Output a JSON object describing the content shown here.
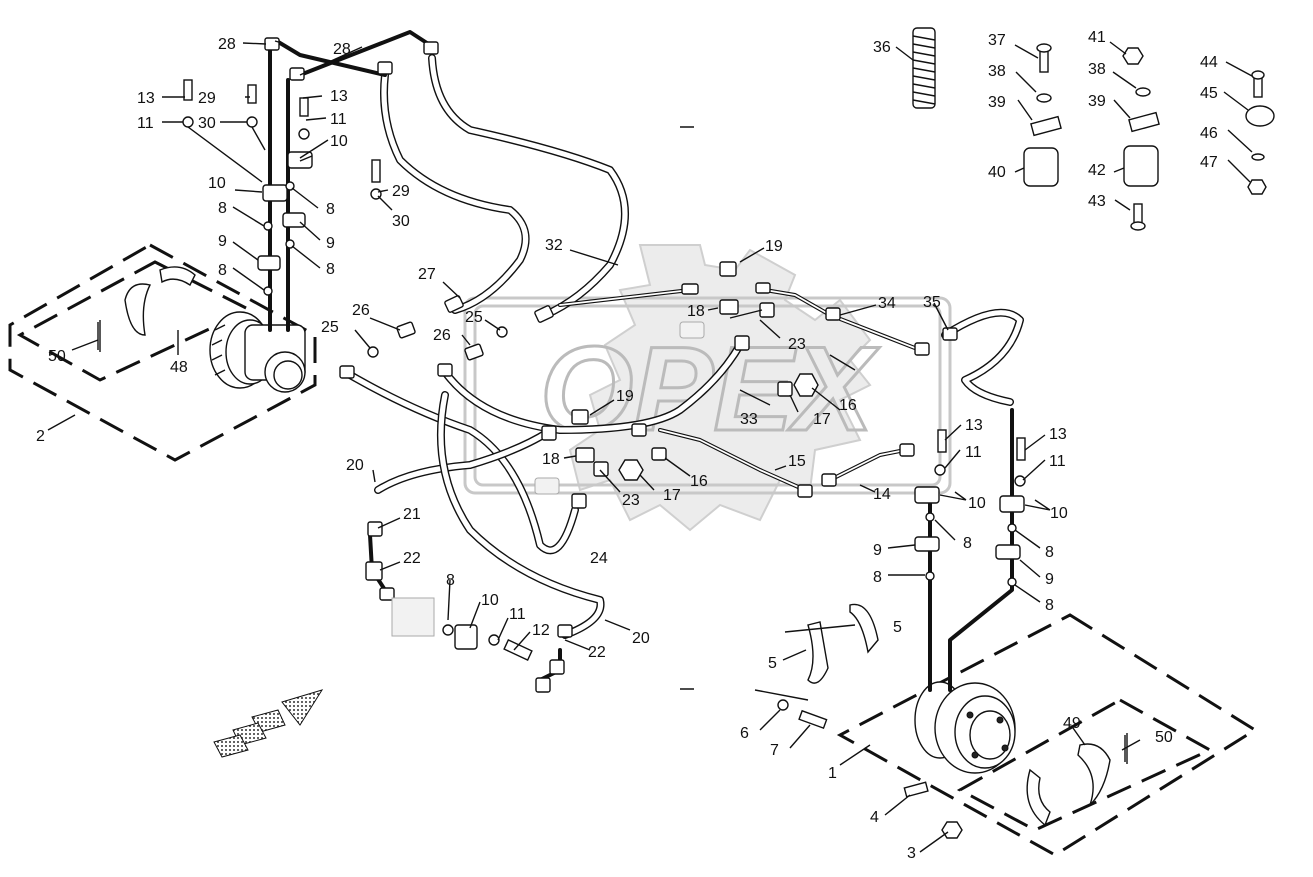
{
  "diagram": {
    "watermark": "OPEX",
    "callouts": {
      "c1": "1",
      "c2": "2",
      "c3": "3",
      "c4": "4",
      "c5a": "5",
      "c5b": "5",
      "c6": "6",
      "c7": "7",
      "c8a": "8",
      "c8b": "8",
      "c8c": "8",
      "c8d": "8",
      "c8e": "8",
      "c8f": "8",
      "c8g": "8",
      "c8h": "8",
      "c8i": "8",
      "c9a": "9",
      "c9b": "9",
      "c9c": "9",
      "c9d": "9",
      "c10a": "10",
      "c10b": "10",
      "c10c": "10",
      "c10d": "10",
      "c10e": "10",
      "c11a": "11",
      "c11b": "11",
      "c11c": "11",
      "c11d": "11",
      "c11e": "11",
      "c12": "12",
      "c13a": "13",
      "c13b": "13",
      "c13c": "13",
      "c13d": "13",
      "c14": "14",
      "c15": "15",
      "c16a": "16",
      "c16b": "16",
      "c17a": "17",
      "c17b": "17",
      "c18a": "18",
      "c18b": "18",
      "c19a": "19",
      "c19b": "19",
      "c20a": "20",
      "c20b": "20",
      "c21": "21",
      "c22a": "22",
      "c22b": "22",
      "c23a": "23",
      "c23b": "23",
      "c24": "24",
      "c25a": "25",
      "c25b": "25",
      "c26a": "26",
      "c26b": "26",
      "c27": "27",
      "c28a": "28",
      "c28b": "28",
      "c29a": "29",
      "c29b": "29",
      "c30a": "30",
      "c30b": "30",
      "c32": "32",
      "c33": "33",
      "c34": "34",
      "c35": "35",
      "c36": "36",
      "c37": "37",
      "c38a": "38",
      "c38b": "38",
      "c39a": "39",
      "c39b": "39",
      "c40": "40",
      "c41": "41",
      "c42": "42",
      "c43": "43",
      "c44": "44",
      "c45": "45",
      "c46": "46",
      "c47": "47",
      "c48": "48",
      "c49": "49",
      "c50a": "50",
      "c50b": "50"
    }
  }
}
